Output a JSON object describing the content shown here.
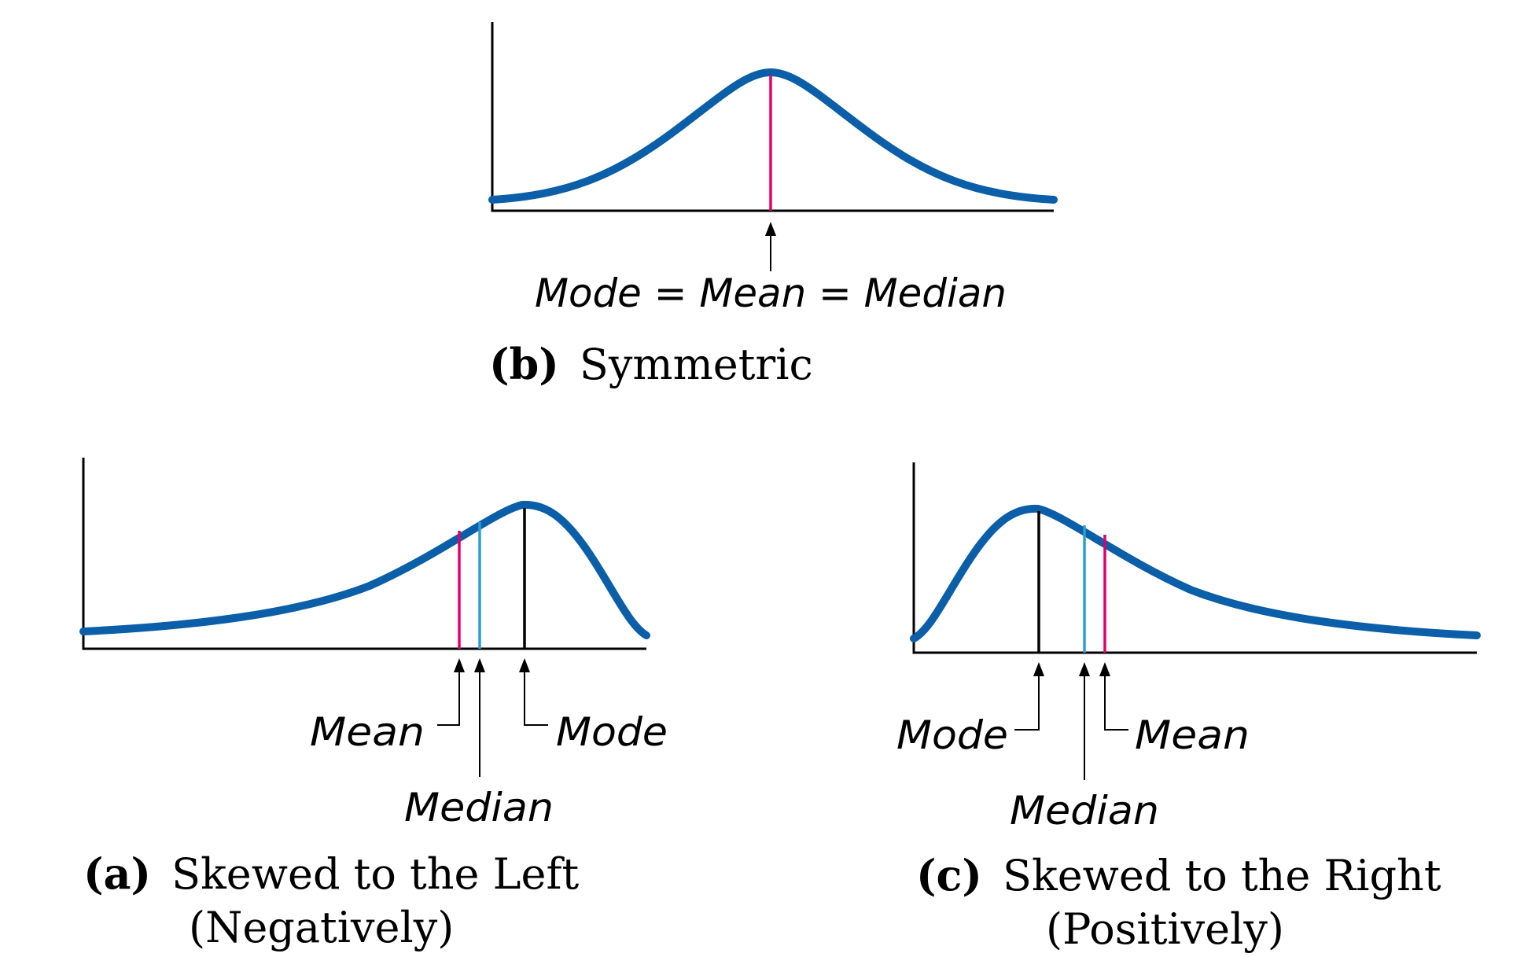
{
  "colors": {
    "curve": "#0b5ea8",
    "mean_line": "#e0006e",
    "median_line": "#2a9fd6",
    "mode_line": "#000000",
    "axis": "#000000"
  },
  "panels": {
    "symmetric": {
      "label_combined": "Mode = Mean = Median",
      "caption_letter": "(b)",
      "caption_title": "Symmetric"
    },
    "left": {
      "label_mean": "Mean",
      "label_median": "Median",
      "label_mode": "Mode",
      "caption_letter": "(a)",
      "caption_title": "Skewed to the Left",
      "caption_sub": "(Negatively)"
    },
    "right": {
      "label_mode": "Mode",
      "label_median": "Median",
      "label_mean": "Mean",
      "caption_letter": "(c)",
      "caption_title": "Skewed to the Right",
      "caption_sub": "(Positively)"
    }
  }
}
